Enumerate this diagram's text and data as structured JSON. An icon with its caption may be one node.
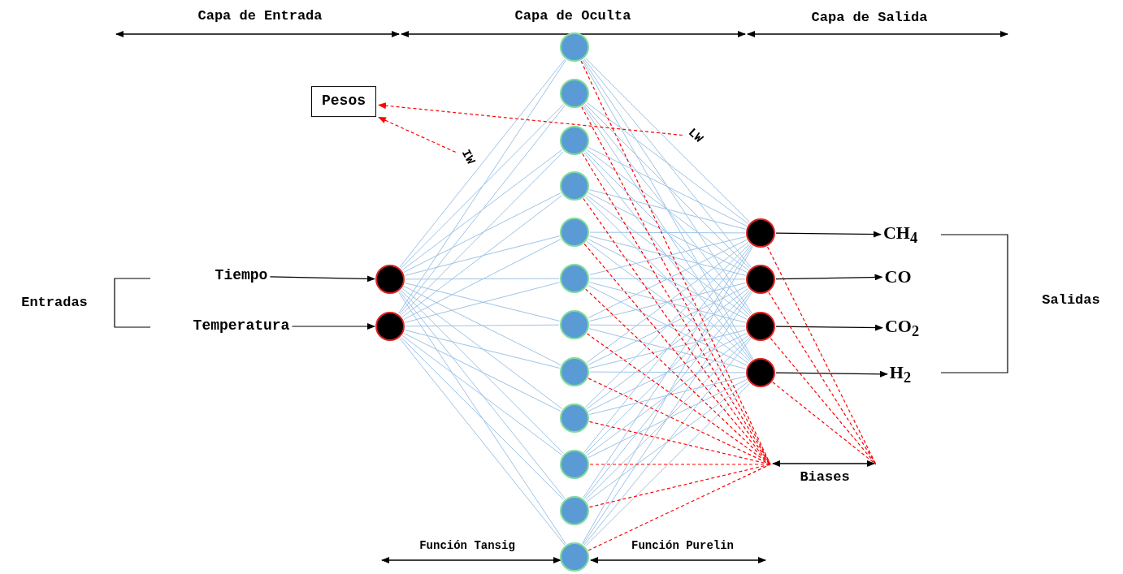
{
  "diagram": {
    "nodes": [
      {
        "text": [
          "Tiempo"
        ]
      },
      {
        "text": [
          "Temperatura"
        ]
      },
      {
        "text": [],
        "shape": "circle"
      },
      {
        "text": [],
        "shape": "circle"
      },
      {
        "text": [],
        "shape": "circle"
      },
      {
        "text": [],
        "shape": "circle"
      },
      {
        "text": [],
        "shape": "circle"
      },
      {
        "text": [],
        "shape": "circle"
      },
      {
        "text": [],
        "shape": "circle"
      },
      {
        "text": [],
        "shape": "circle"
      },
      {
        "text": [],
        "shape": "circle"
      },
      {
        "text": [],
        "shape": "circle"
      },
      {
        "text": [],
        "shape": "circle"
      },
      {
        "text": [],
        "shape": "circle"
      },
      {
        "text": [],
        "shape": "circle"
      },
      {
        "text": [],
        "shape": "circle"
      },
      {
        "text": [],
        "shape": "circle"
      },
      {
        "text": [],
        "shape": "circle"
      },
      {
        "text": [],
        "shape": "circle"
      },
      {
        "text": [],
        "shape": "circle"
      },
      {
        "text": [
          "CH$_{4}$"
        ]
      },
      {
        "text": [
          "CO"
        ]
      },
      {
        "text": [
          "CO$_{2}$"
        ]
      },
      {
        "text": [
          "H$_{2}$"
        ]
      },
      {
        "text": [
          "Pesos"
        ]
      },
      {
        "text": [
          "IW"
        ]
      },
      {
        "text": [
          "LW"
        ]
      }
    ],
    "edges": [
      {
        "from": 0,
        "to": 2,
        "arrow": "to",
        "color": "#000000"
      },
      {
        "from": 1,
        "to": 3,
        "arrow": "to",
        "color": "#000000"
      },
      {
        "from": 2,
        "to": 4,
        "arrow": "none"
      },
      {
        "from": 2,
        "to": 5,
        "arrow": "none"
      },
      {
        "from": 2,
        "to": 6,
        "arrow": "none"
      },
      {
        "from": 2,
        "to": 7,
        "arrow": "none"
      },
      {
        "from": 2,
        "to": 8,
        "arrow": "none"
      },
      {
        "from": 2,
        "to": 9,
        "arrow": "none"
      },
      {
        "from": 2,
        "to": 10,
        "arrow": "none"
      },
      {
        "from": 2,
        "to": 11,
        "arrow": "none"
      },
      {
        "from": 2,
        "to": 12,
        "arrow": "none"
      },
      {
        "from": 2,
        "to": 13,
        "arrow": "none"
      },
      {
        "from": 2,
        "to": 14,
        "arrow": "none"
      },
      {
        "from": 2,
        "to": 15,
        "arrow": "none"
      },
      {
        "from": 3,
        "to": 4,
        "arrow": "none"
      },
      {
        "from": 3,
        "to": 5,
        "arrow": "none"
      },
      {
        "from": 3,
        "to": 6,
        "arrow": "none"
      },
      {
        "from": 3,
        "to": 7,
        "arrow": "none"
      },
      {
        "from": 3,
        "to": 8,
        "arrow": "none"
      },
      {
        "from": 3,
        "to": 9,
        "arrow": "none"
      },
      {
        "from": 3,
        "to": 10,
        "arrow": "none"
      },
      {
        "from": 3,
        "to": 11,
        "arrow": "none"
      },
      {
        "from": 3,
        "to": 12,
        "arrow": "none"
      },
      {
        "from": 3,
        "to": 13,
        "arrow": "none"
      },
      {
        "from": 3,
        "to": 14,
        "arrow": "none"
      },
      {
        "from": 3,
        "to": 15,
        "arrow": "none"
      },
      {
        "from": 4,
        "to": 16,
        "arrow": "none"
      },
      {
        "from": 4,
        "to": 17,
        "arrow": "none"
      },
      {
        "from": 4,
        "to": 18,
        "arrow": "none"
      },
      {
        "from": 4,
        "to": 19,
        "arrow": "none"
      },
      {
        "from": 5,
        "to": 16,
        "arrow": "none"
      },
      {
        "from": 5,
        "to": 17,
        "arrow": "none"
      },
      {
        "from": 5,
        "to": 18,
        "arrow": "none"
      },
      {
        "from": 5,
        "to": 19,
        "arrow": "none"
      },
      {
        "from": 6,
        "to": 16,
        "arrow": "none"
      },
      {
        "from": 6,
        "to": 17,
        "arrow": "none"
      },
      {
        "from": 6,
        "to": 18,
        "arrow": "none"
      },
      {
        "from": 6,
        "to": 19,
        "arrow": "none"
      },
      {
        "from": 7,
        "to": 16,
        "arrow": "none"
      },
      {
        "from": 7,
        "to": 17,
        "arrow": "none"
      },
      {
        "from": 7,
        "to": 18,
        "arrow": "none"
      },
      {
        "from": 7,
        "to": 19,
        "arrow": "none"
      },
      {
        "from": 8,
        "to": 16,
        "arrow": "none"
      },
      {
        "from": 8,
        "to": 17,
        "arrow": "none"
      },
      {
        "from": 8,
        "to": 18,
        "arrow": "none"
      },
      {
        "from": 8,
        "to": 19,
        "arrow": "none"
      },
      {
        "from": 9,
        "to": 16,
        "arrow": "none"
      },
      {
        "from": 9,
        "to": 17,
        "arrow": "none"
      },
      {
        "from": 9,
        "to": 18,
        "arrow": "none"
      },
      {
        "from": 9,
        "to": 19,
        "arrow": "none"
      },
      {
        "from": 10,
        "to": 16,
        "arrow": "none"
      },
      {
        "from": 10,
        "to": 17,
        "arrow": "none"
      },
      {
        "from": 10,
        "to": 18,
        "arrow": "none"
      },
      {
        "from": 10,
        "to": 19,
        "arrow": "none"
      },
      {
        "from": 11,
        "to": 16,
        "arrow": "none"
      },
      {
        "from": 11,
        "to": 17,
        "arrow": "none"
      },
      {
        "from": 11,
        "to": 18,
        "arrow": "none"
      },
      {
        "from": 11,
        "to": 19,
        "arrow": "none"
      },
      {
        "from": 12,
        "to": 16,
        "arrow": "none"
      },
      {
        "from": 12,
        "to": 17,
        "arrow": "none"
      },
      {
        "from": 12,
        "to": 18,
        "arrow": "none"
      },
      {
        "from": 12,
        "to": 19,
        "arrow": "none"
      },
      {
        "from": 13,
        "to": 16,
        "arrow": "none"
      },
      {
        "from": 13,
        "to": 17,
        "arrow": "none"
      },
      {
        "from": 13,
        "to": 18,
        "arrow": "none"
      },
      {
        "from": 13,
        "to": 19,
        "arrow": "none"
      },
      {
        "from": 14,
        "to": 16,
        "arrow": "none"
      },
      {
        "from": 14,
        "to": 17,
        "arrow": "none"
      },
      {
        "from": 14,
        "to": 18,
        "arrow": "none"
      },
      {
        "from": 14,
        "to": 19,
        "arrow": "none"
      },
      {
        "from": 15,
        "to": 16,
        "arrow": "none"
      },
      {
        "from": 15,
        "to": 17,
        "arrow": "none"
      },
      {
        "from": 15,
        "to": 18,
        "arrow": "none"
      },
      {
        "from": 15,
        "to": 19,
        "arrow": "none"
      },
      {
        "from": 16,
        "to": 20,
        "arrow": "to",
        "color": "#000000"
      },
      {
        "from": 17,
        "to": 21,
        "arrow": "to",
        "color": "#000000"
      },
      {
        "from": 18,
        "to": 22,
        "arrow": "to",
        "color": "#000000"
      },
      {
        "from": 19,
        "to": 23,
        "arrow": "to",
        "color": "#000000"
      },
      {
        "from": 25,
        "to": 24,
        "arrow": "to",
        "style": "dashed",
        "color": "#ff0000"
      },
      {
        "from": 26,
        "to": 24,
        "arrow": "to",
        "style": "dashed",
        "color": "#ff0000"
      },
      {
        "from": 4,
        "to": null,
        "arrow": "none",
        "style": "dashed",
        "color": "#ff0000"
      },
      {
        "from": 5,
        "to": null,
        "arrow": "none",
        "style": "dashed",
        "color": "#ff0000"
      },
      {
        "from": 6,
        "to": null,
        "arrow": "none",
        "style": "dashed",
        "color": "#ff0000"
      },
      {
        "from": 7,
        "to": null,
        "arrow": "none",
        "style": "dashed",
        "color": "#ff0000"
      },
      {
        "from": 8,
        "to": null,
        "arrow": "none",
        "style": "dashed",
        "color": "#ff0000"
      },
      {
        "from": 9,
        "to": null,
        "arrow": "none",
        "style": "dashed",
        "color": "#ff0000"
      },
      {
        "from": 10,
        "to": null,
        "arrow": "none",
        "style": "dashed",
        "color": "#ff0000"
      },
      {
        "from": 11,
        "to": null,
        "arrow": "none",
        "style": "dashed",
        "color": "#ff0000"
      },
      {
        "from": 12,
        "to": null,
        "arrow": "none",
        "style": "dashed",
        "color": "#ff0000"
      },
      {
        "from": 13,
        "to": null,
        "arrow": "none",
        "style": "dashed",
        "color": "#ff0000"
      },
      {
        "from": 14,
        "to": null,
        "arrow": "none",
        "style": "dashed",
        "color": "#ff0000"
      },
      {
        "from": 15,
        "to": null,
        "arrow": "none",
        "style": "dashed",
        "color": "#ff0000"
      },
      {
        "from": 16,
        "to": null,
        "arrow": "none",
        "style": "dashed",
        "color": "#ff0000"
      },
      {
        "from": 17,
        "to": null,
        "arrow": "none",
        "style": "dashed",
        "color": "#ff0000"
      },
      {
        "from": 18,
        "to": null,
        "arrow": "none",
        "style": "dashed",
        "color": "#ff0000"
      },
      {
        "from": 19,
        "to": null,
        "arrow": "none",
        "style": "dashed",
        "color": "#ff0000"
      }
    ],
    "labels": [
      "Capa de Entrada",
      "Capa de Oculta",
      "Capa de Salida",
      "Entradas",
      "Salidas",
      "Biases",
      "Función Tansig",
      "Función Purelin"
    ]
  }
}
